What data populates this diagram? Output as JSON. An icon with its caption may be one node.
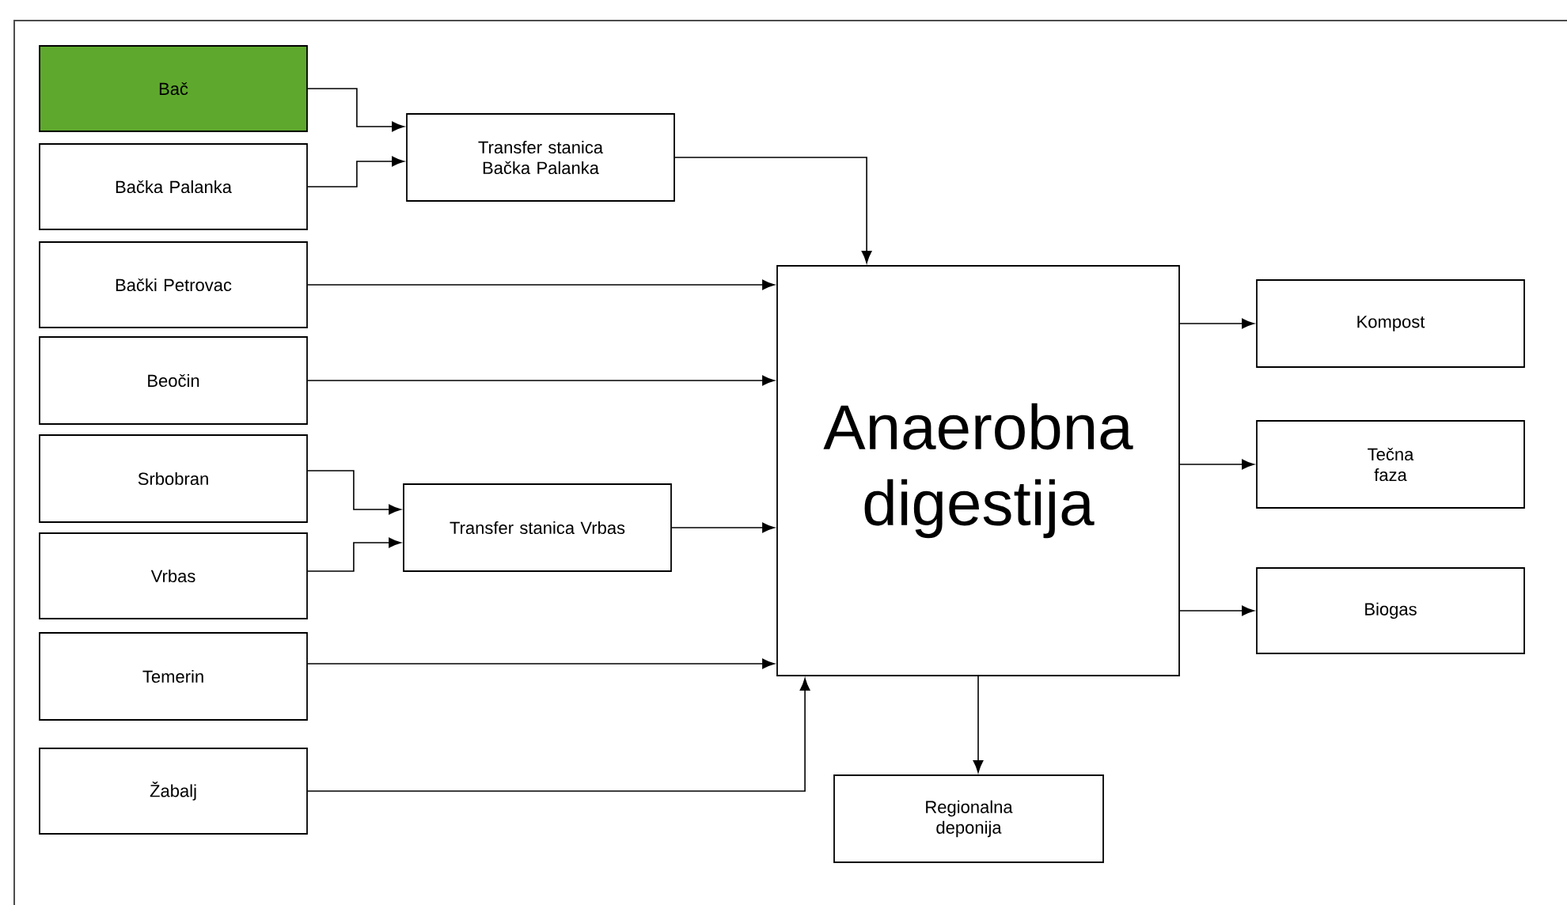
{
  "diagram": {
    "nodes": [
      {
        "text": [
          "Bač"
        ]
      },
      {
        "text": [
          "Bačka Palanka"
        ]
      },
      {
        "text": [
          "Transfer stanica Bačka Palanka"
        ]
      },
      {
        "text": [
          "Bački Petrovac"
        ]
      },
      {
        "text": [
          "Beočin"
        ]
      },
      {
        "text": [
          "Srbobran"
        ]
      },
      {
        "text": [
          "Vrbas"
        ]
      },
      {
        "text": [
          "Transfer stanica Vrbas"
        ]
      },
      {
        "text": [
          "Temerin"
        ]
      },
      {
        "text": [
          "Žabalj"
        ]
      },
      {
        "text": [
          "Anaerobna digestija"
        ]
      },
      {
        "text": [
          "Kompost"
        ]
      },
      {
        "text": [
          "Tečna faza"
        ]
      },
      {
        "text": [
          "Biogas"
        ]
      },
      {
        "text": [
          "Regionalna deponija"
        ]
      }
    ],
    "edges": [
      {
        "from": 0,
        "to": 2,
        "arrow": "to"
      },
      {
        "from": 1,
        "to": 2,
        "arrow": "to"
      },
      {
        "from": 2,
        "to": 10,
        "arrow": "to"
      },
      {
        "from": 3,
        "to": 10,
        "arrow": "to"
      },
      {
        "from": 4,
        "to": 10,
        "arrow": "to"
      },
      {
        "from": 5,
        "to": 7,
        "arrow": "to"
      },
      {
        "from": 6,
        "to": 7,
        "arrow": "to"
      },
      {
        "from": 7,
        "to": 10,
        "arrow": "to"
      },
      {
        "from": 8,
        "to": 10,
        "arrow": "to"
      },
      {
        "from": 9,
        "to": 10,
        "arrow": "to"
      },
      {
        "from": 10,
        "to": 11,
        "arrow": "to"
      },
      {
        "from": 10,
        "to": 12,
        "arrow": "to"
      },
      {
        "from": 10,
        "to": 13,
        "arrow": "to"
      },
      {
        "from": 10,
        "to": 14,
        "arrow": "to"
      }
    ]
  }
}
